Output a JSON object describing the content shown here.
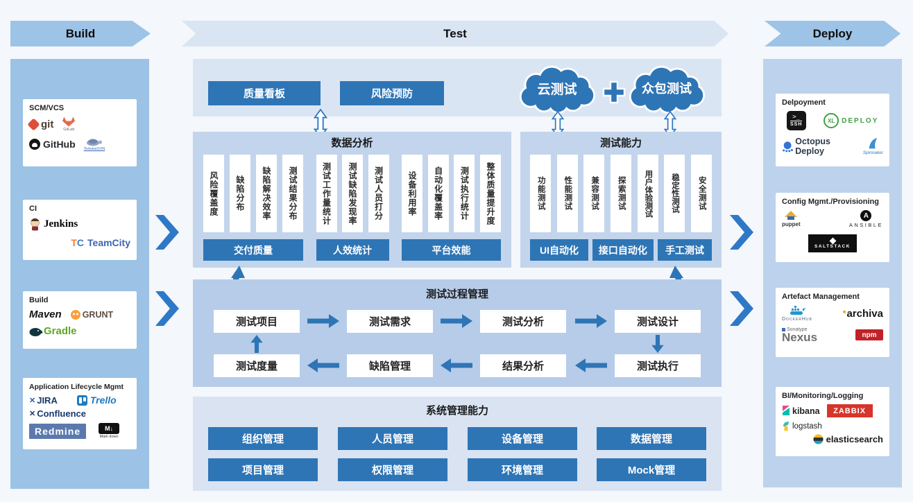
{
  "stages": {
    "build": "Build",
    "test": "Test",
    "deploy": "Deploy"
  },
  "build_column": {
    "scm": {
      "title": "SCM/VCS",
      "git": "git",
      "gitlab": "GitLab",
      "github": "GitHub",
      "tortoisesvn": "TortoiseSVN"
    },
    "ci": {
      "title": "CI",
      "jenkins": "Jenkins",
      "teamcity_t": "T",
      "teamcity_c": "C",
      "teamcity": "TeamCity"
    },
    "build": {
      "title": "Build",
      "maven": "Maven",
      "grunt": "GRUNT",
      "gradle": "Gradle"
    },
    "alm": {
      "title": "Application Lifecycle Mgmt",
      "jira": "JIRA",
      "trello": "Trello",
      "confluence": "Confluence",
      "confluence_x": "✕",
      "jira_x": "✕",
      "redmine": "Redmine",
      "markdown_mark": "M↓",
      "markdown": "Mark down"
    }
  },
  "deploy_column": {
    "deployment": {
      "title": "Delpoyment",
      "ssh_prompt": ">_",
      "ssh": "SSH",
      "xl_mark": "XL",
      "xl_name": "DEPLOY",
      "octopus": "Octopus Deploy",
      "spinnaker": "Spinnaker"
    },
    "config": {
      "title": "Config Mgmt./Provisioning",
      "puppet": "puppet",
      "ansible_mark": "A",
      "ansible": "ANSIBLE",
      "saltstack": "SALTSTACK"
    },
    "artefact": {
      "title": "Artefact Management",
      "dockerhub": "DockerHub",
      "archiva_star": "*",
      "archiva": "archiva",
      "sonatype": "Sonatype",
      "nexus": "Nexus",
      "npm": "npm"
    },
    "bi": {
      "title": "BI/Monitoring/Logging",
      "kibana": "kibana",
      "zabbix": "ZABBIX",
      "logstash": "logstash",
      "elasticsearch": "elasticsearch"
    }
  },
  "test_area": {
    "quality_board": "质量看板",
    "risk_prevention": "风险预防",
    "cloud_test": "云测试",
    "crowd_test": "众包测试",
    "data_analysis": {
      "title": "数据分析",
      "groups": [
        {
          "label": "交付质量",
          "items": [
            "风险覆盖度",
            "缺陷分布",
            "缺陷解决效率",
            "测试结果分布"
          ]
        },
        {
          "label": "人效统计",
          "items": [
            "测试工作量统计",
            "测试缺陷发现率",
            "测试人员打分"
          ]
        },
        {
          "label": "平台效能",
          "items": [
            "设备利用率",
            "自动化覆盖率",
            "测试执行统计",
            "整体质量提升度"
          ]
        }
      ]
    },
    "capability": {
      "title": "测试能力",
      "items": [
        "功能测试",
        "性能测试",
        "兼容测试",
        "探索测试",
        "用户体验测试",
        "稳定性测试",
        "安全测试"
      ],
      "labels": [
        "UI自动化",
        "接口自动化",
        "手工测试"
      ]
    },
    "process": {
      "title": "测试过程管理",
      "row1": [
        "测试项目",
        "测试需求",
        "测试分析",
        "测试设计"
      ],
      "row2": [
        "测试度量",
        "缺陷管理",
        "结果分析",
        "测试执行"
      ]
    },
    "system": {
      "title": "系统管理能力",
      "row1": [
        "组织管理",
        "人员管理",
        "设备管理",
        "数据管理"
      ],
      "row2": [
        "项目管理",
        "权限管理",
        "环境管理",
        "Mock管理"
      ]
    }
  },
  "colors": {
    "accent": "#2E75B6",
    "chevron": "#2E78C8",
    "column_left": "#9CC2E5",
    "column_right": "#BDD2EC",
    "panel_light": "#DAE5F3",
    "panel_mid": "#C3D5EC",
    "panel_process": "#B6CCE9",
    "panel_system": "#D9E3F2"
  }
}
